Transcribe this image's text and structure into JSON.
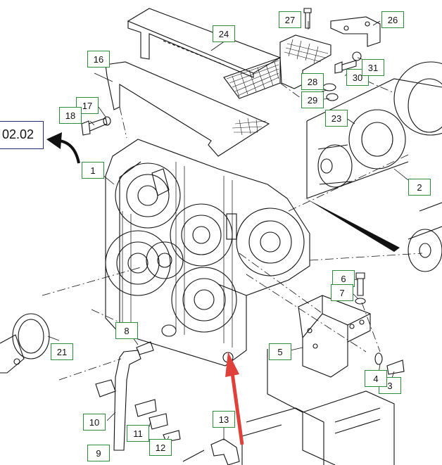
{
  "reference": {
    "text": "02.02"
  },
  "callouts": {
    "c1": "1",
    "c2": "2",
    "c3": "3",
    "c4": "4",
    "c5": "5",
    "c6": "6",
    "c7": "7",
    "c8": "8",
    "c9": "9",
    "c10": "10",
    "c11": "11",
    "c12": "12",
    "c13": "13",
    "c16": "16",
    "c17": "17",
    "c18": "18",
    "c21": "21",
    "c23": "23",
    "c24": "24",
    "c26": "26",
    "c27": "27",
    "c28": "28",
    "c29": "29",
    "c30": "30",
    "c31": "31"
  },
  "colors": {
    "line": "#111111",
    "callout_border": "#2e8b3a",
    "reference_border": "#1a2a7a",
    "highlight_arrow": "#e0403a",
    "paper": "#ffffff"
  }
}
